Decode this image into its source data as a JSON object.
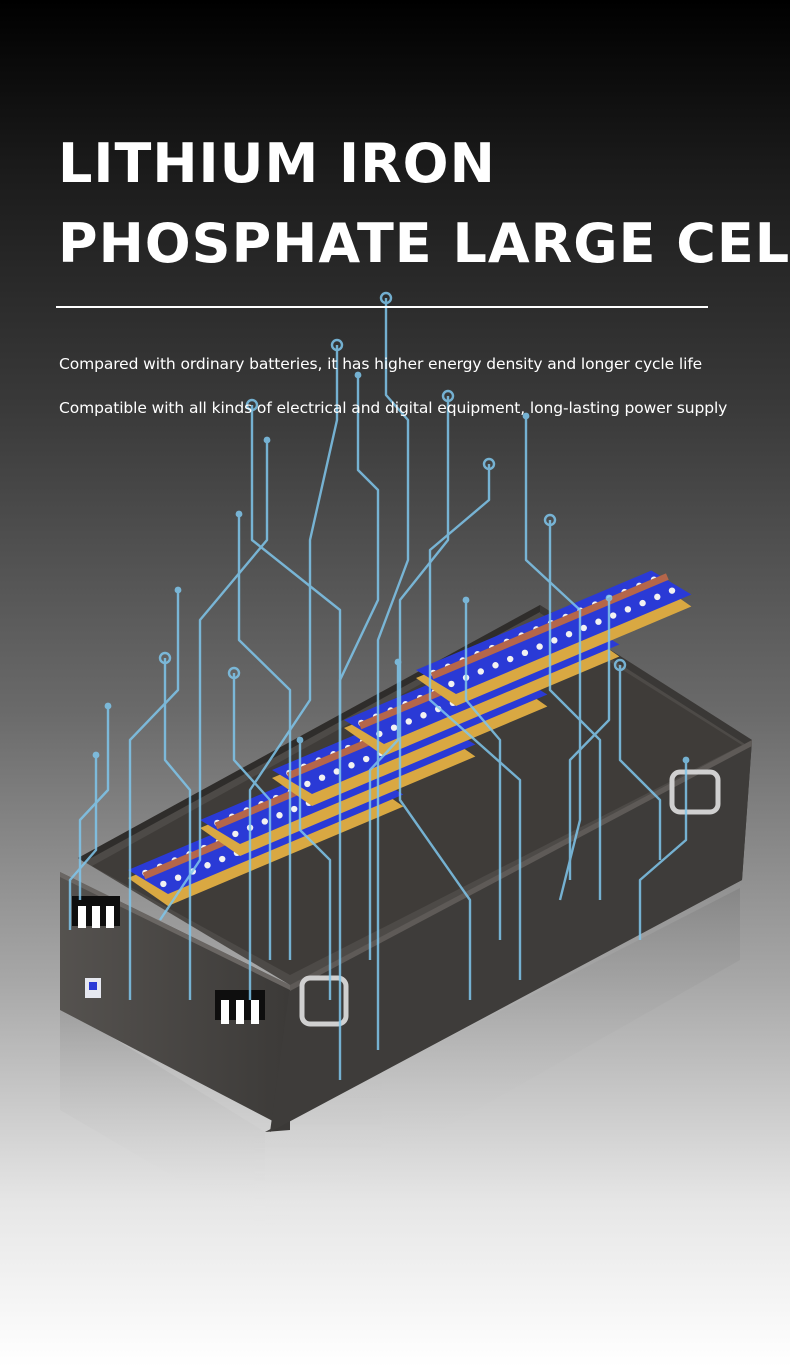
{
  "headline": {
    "line1": "LITHIUM IRON",
    "line2": "PHOSPHATE LARGE CELL"
  },
  "features": [
    "Compared with ordinary batteries, it has higher energy density and longer cycle life",
    "Compatible with all kinds of electrical and digital equipment, long-lasting power supply"
  ],
  "colors": {
    "text": "#ffffff",
    "circuit_lines": "#7fc6ec",
    "cell_blue": "#2a3ad6",
    "busbar_copper": "#b5664a",
    "cell_gold": "#d9a842",
    "case_dark": "#4a4744"
  },
  "illustration": {
    "subject": "battery-pack",
    "modules": 5,
    "decoration": "circuit-lines"
  }
}
